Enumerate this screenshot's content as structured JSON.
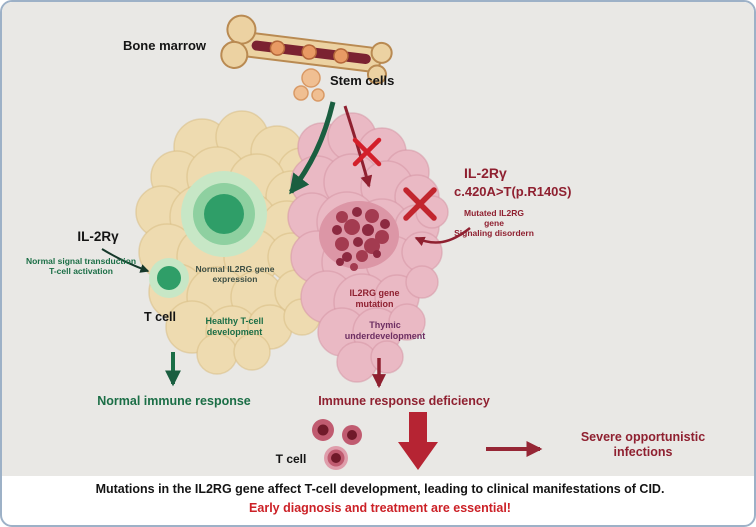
{
  "top": {
    "bone_marrow_label": "Bone marrow",
    "stem_cells_label": "Stem cells"
  },
  "left_pathway": {
    "receptor_label": "IL-2Rγ",
    "signal_text": "Normal signal transduction\nT-cell activation",
    "t_cell_label": "T cell",
    "gene_expression_text": "Normal IL2RG gene\nexpression",
    "healthy_dev_text": "Healthy T-cell\ndevelopment",
    "outcome_text": "Normal immune response"
  },
  "right_pathway": {
    "receptor_label": "IL-2Rγ",
    "mutation_label": "c.420A>T(p.R140S)",
    "mutated_gene_text": "Mutated IL2RG\ngene\nSignaling disordern",
    "gene_mutation_text": "IL2RG gene\nmutation",
    "thymic_text": "Thymic\nunderdevelopment",
    "outcome_text": "Immune response deficiency",
    "t_cell_label": "T cell",
    "severe_text": "Severe opportunistic\ninfections"
  },
  "footer": {
    "line1": "Mutations in the IL2RG gene affect T-cell development, leading to clinical manifestations of CID.",
    "line2": "Early diagnosis and treatment are essential!"
  },
  "colors": {
    "green": "#1b6e46",
    "dark_red": "#8f2030",
    "bright_red": "#cc2127",
    "purple": "#6d2e62",
    "thymus_left_tan": "#eedbb0",
    "thymus_right_pink": "#eab9c4",
    "bone_tan": "#ecd2a2",
    "marrow_red": "#7b2231",
    "x_mark_red": "#d31f2a"
  }
}
